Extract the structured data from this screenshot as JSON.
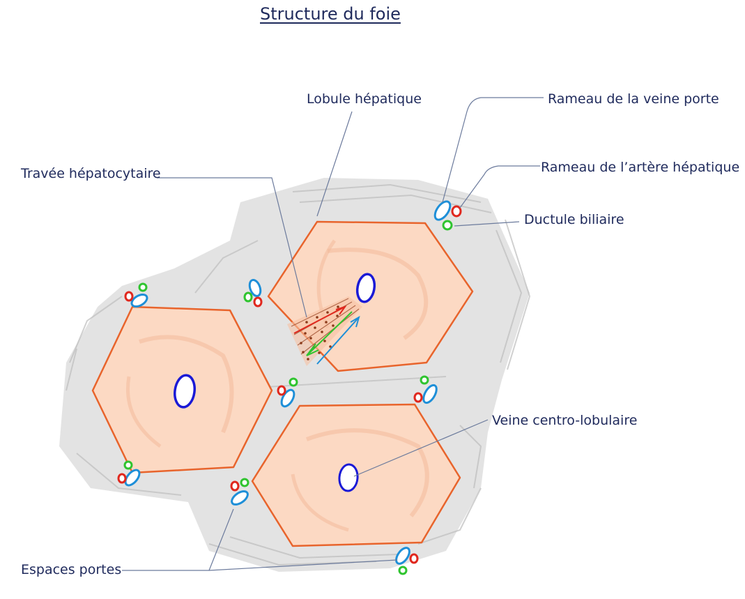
{
  "title": "Structure du foie",
  "labels": {
    "lobule_hepatique": "Lobule hépatique",
    "rameau_veine_porte": "Rameau de la veine porte",
    "rameau_artere_hepatique": "Rameau de l’artère hépatique",
    "ductule_biliaire": "Ductule biliaire",
    "travee_hepatocytaire": "Travée hépatocytaire",
    "veine_centro_lobulaire": "Veine centro-lobulaire",
    "espaces_portes": "Espaces portes"
  },
  "colors": {
    "lobule_fill": "#fcd9c3",
    "lobule_outline": "#e8642c",
    "connective_tissue": "#d9d9d9",
    "central_vein": "#1a1ad6",
    "portal_vein": "#1e8fd8",
    "hepatic_artery": "#e0281e",
    "bile_ductule": "#2fc42f",
    "leader_line": "#6b7a9c",
    "text": "#1f2a5c"
  }
}
